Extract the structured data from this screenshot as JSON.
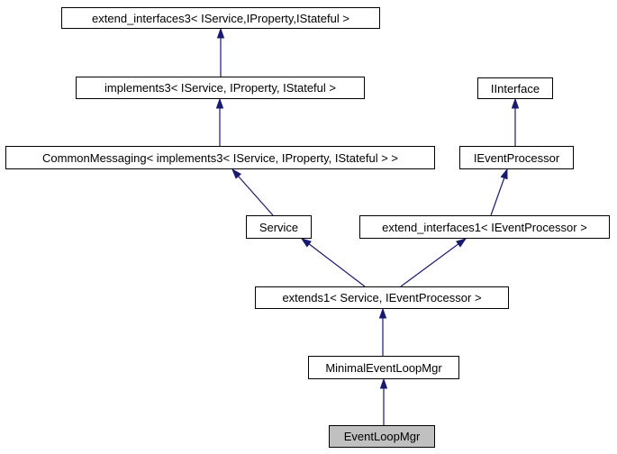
{
  "colors": {
    "arrow": "#191970",
    "node-border": "#000000",
    "node-bg": "#ffffff",
    "node-text": "#000000",
    "highlight-bg": "#c0c0c0",
    "page-bg": "#ffffff"
  },
  "diagram": {
    "type": "class-inheritance-graph",
    "current_class": "EventLoopMgr",
    "nodes": [
      {
        "id": "extend_interfaces3",
        "label": "extend_interfaces3< IService,IProperty,IStateful >",
        "highlighted": false
      },
      {
        "id": "implements3",
        "label": "implements3< IService, IProperty, IStateful >",
        "highlighted": false
      },
      {
        "id": "IInterface",
        "label": "IInterface",
        "highlighted": false
      },
      {
        "id": "CommonMessaging",
        "label": "CommonMessaging< implements3< IService, IProperty, IStateful > >",
        "highlighted": false
      },
      {
        "id": "IEventProcessor",
        "label": "IEventProcessor",
        "highlighted": false
      },
      {
        "id": "Service",
        "label": "Service",
        "highlighted": false
      },
      {
        "id": "extend_interfaces1",
        "label": "extend_interfaces1< IEventProcessor >",
        "highlighted": false
      },
      {
        "id": "extends1",
        "label": "extends1< Service, IEventProcessor >",
        "highlighted": false
      },
      {
        "id": "MinimalEventLoopMgr",
        "label": "MinimalEventLoopMgr",
        "highlighted": false
      },
      {
        "id": "EventLoopMgr",
        "label": "EventLoopMgr",
        "highlighted": true
      }
    ],
    "edges": [
      {
        "from": "implements3",
        "to": "extend_interfaces3"
      },
      {
        "from": "CommonMessaging",
        "to": "implements3"
      },
      {
        "from": "IEventProcessor",
        "to": "IInterface"
      },
      {
        "from": "Service",
        "to": "CommonMessaging"
      },
      {
        "from": "extend_interfaces1",
        "to": "IEventProcessor"
      },
      {
        "from": "extends1",
        "to": "Service"
      },
      {
        "from": "extends1",
        "to": "extend_interfaces1"
      },
      {
        "from": "MinimalEventLoopMgr",
        "to": "extends1"
      },
      {
        "from": "EventLoopMgr",
        "to": "MinimalEventLoopMgr"
      }
    ]
  }
}
